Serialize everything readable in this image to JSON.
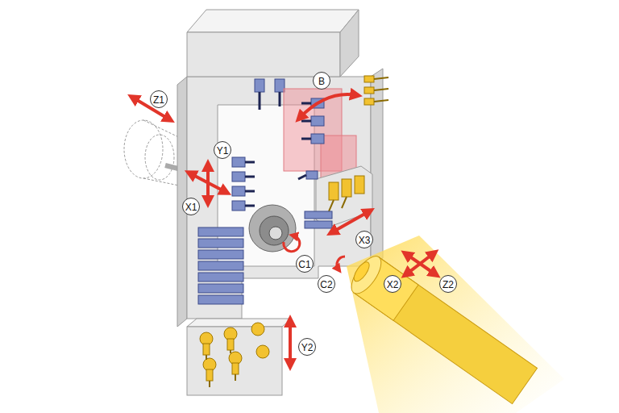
{
  "diagram": {
    "labels": [
      "Z1",
      "B",
      "Y1",
      "X1",
      "X3",
      "C1",
      "C2",
      "X2",
      "Z2",
      "Y2"
    ]
  }
}
